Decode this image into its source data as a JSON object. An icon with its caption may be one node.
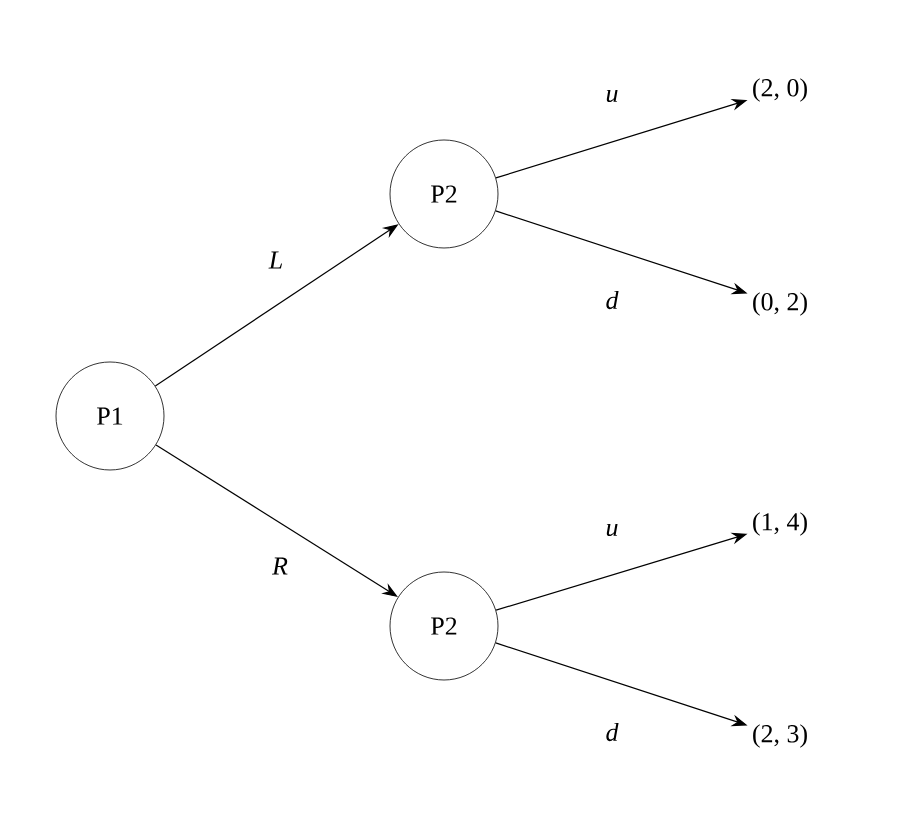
{
  "diagram": {
    "nodes": [
      {
        "text": [
          "P1"
        ]
      },
      {
        "text": [
          "P2"
        ]
      },
      {
        "text": [
          "P2"
        ]
      },
      {
        "text": [
          "(2, 0)"
        ]
      },
      {
        "text": [
          "(0, 2)"
        ]
      },
      {
        "text": [
          "(1, 4)"
        ]
      },
      {
        "text": [
          "(2, 3)"
        ]
      }
    ],
    "edges": [
      {
        "from": 0,
        "to": 1,
        "arrow": "to",
        "label": "L"
      },
      {
        "from": 0,
        "to": 2,
        "arrow": "to",
        "label": "R"
      },
      {
        "from": 1,
        "to": 3,
        "arrow": "to",
        "label": "u"
      },
      {
        "from": 1,
        "to": 4,
        "arrow": "to",
        "label": "d"
      },
      {
        "from": 2,
        "to": 5,
        "arrow": "to",
        "label": "u"
      },
      {
        "from": 2,
        "to": 6,
        "arrow": "to",
        "label": "d"
      }
    ]
  }
}
